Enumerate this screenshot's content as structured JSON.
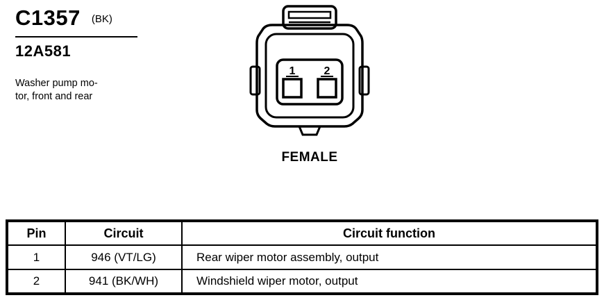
{
  "header": {
    "connector_id": "C1357",
    "connector_color": "(BK)",
    "part_number": "12A581",
    "description_line1": "Washer pump mo-",
    "description_line2": "tor, front and rear"
  },
  "connector": {
    "gender_label": "FEMALE",
    "pins": [
      "1",
      "2"
    ]
  },
  "table": {
    "headers": [
      "Pin",
      "Circuit",
      "Circuit function"
    ],
    "rows": [
      {
        "pin": "1",
        "circuit": "946 (VT/LG)",
        "function": "Rear wiper motor assembly, output"
      },
      {
        "pin": "2",
        "circuit": "941 (BK/WH)",
        "function": "Windshield wiper motor, output"
      }
    ]
  }
}
